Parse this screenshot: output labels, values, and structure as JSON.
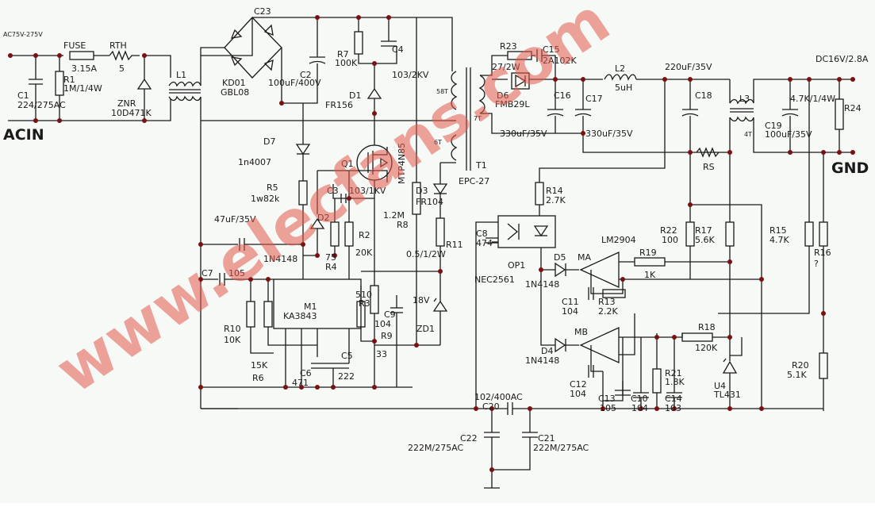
{
  "labels": {
    "ac_range": "AC75V-275V",
    "acin": "ACIN",
    "fuse": "FUSE",
    "fuse_val": "3.15A",
    "rth": "RTH",
    "rth_val": "5",
    "c1": "C1",
    "c1_val": "224/275AC",
    "r1": "R1",
    "r1_val": "1M/1/4W",
    "znr": "ZNR",
    "znr_val": "10D471K",
    "l1": "L1",
    "c23": "C23",
    "kd01": "KD01",
    "gbl08": "GBL08",
    "c2": "C2",
    "c2_val": "100uF/400V",
    "r7": "R7",
    "r7_val": "100K",
    "c4": "C4",
    "c4_val": "103/2KV",
    "d1": "D1",
    "d1_val": "FR156",
    "d7": "D7",
    "d7_val": "1n4007",
    "r5": "R5",
    "r5_val": "1w82k",
    "q1": "Q1",
    "q1_val": "MTP4N85",
    "c3": "C3",
    "c3_val": "103/1KV",
    "cap47": "47uF/35V",
    "d2": "D2",
    "d2_val": "1N4148",
    "r4": "R4",
    "r4_val": "75",
    "r2": "R2",
    "r2_val": "20K",
    "r8": "R8",
    "r8_val": "1.2M",
    "d3": "D3",
    "d3_val": "FR104",
    "r11": "R11",
    "r11_val": "0.5/1/2W",
    "c7": "C7",
    "c7_val": "105",
    "m1": "M1",
    "m1_val": "KA3843",
    "r3": "R3",
    "r3_val": "510",
    "c9": "C9",
    "c9_val": "104",
    "zd_v": "18V",
    "zd1": "ZD1",
    "r10": "R10",
    "r10_val": "10K",
    "r6_val": "15K",
    "r6": "R6",
    "r9": "R9",
    "r9_val": "33",
    "c6": "C6",
    "c6_val": "471",
    "c5": "C5",
    "c5_val": "222",
    "t1": "T1",
    "t1_type": "EPC-27",
    "r23": "R23",
    "r23_val": "27/2W",
    "c15": "C15",
    "c15_val": "2A102K",
    "d6": "D6",
    "d6_val": "FMB29L",
    "c16": "C16",
    "c16_val": "330uF/35V",
    "c17": "C17",
    "c17_val": "330uF/35V",
    "l2": "L2",
    "l2_val": "5uH",
    "c18_val": "220uF/35V",
    "c18": "C18",
    "l3": "L3",
    "dc_out": "DC16V/2.8A",
    "r_top": "4.7K/1/4W",
    "r24": "R24",
    "c19": "C19",
    "c19_val": "100uF/35V",
    "gnd": "GND",
    "rs": "RS",
    "r14": "R14",
    "r14_val": "2.7K",
    "lm2904": "LM2904",
    "c8": "C8",
    "c8_val": "474",
    "op1": "OP1",
    "nec": "NEC2561",
    "d5": "D5",
    "ma": "MA",
    "d5_val": "1N4148",
    "r19": "R19",
    "r19_val": "1K",
    "r22": "R22",
    "r22_val": "100",
    "r17": "R17",
    "r17_val": "5.6K",
    "r15": "R15",
    "r15_val": "4.7K",
    "r16": "R16",
    "r16_val": "?",
    "c11": "C11",
    "c11_val": "104",
    "r13": "R13",
    "r13_val": "2.2K",
    "mb": "MB",
    "r18": "R18",
    "r18_val": "120K",
    "d4": "D4",
    "d4_val": "1N4148",
    "r21": "R21",
    "r21_val": "1.8K",
    "u4": "U4",
    "u4_val": "TL431",
    "r20": "R20",
    "r20_val": "5.1K",
    "c12": "C12",
    "c12_val": "104",
    "c13": "C13",
    "c13_val": "105",
    "c10": "C10",
    "c10_val": "104",
    "c14": "C14",
    "c14_val": "103",
    "c20_val": "102/400AC",
    "c20": "C20",
    "c22": "C22",
    "c22_val": "222M/275AC",
    "c21": "C21",
    "c21_val": "222M/275AC",
    "pin_58": "58T",
    "pin_7": "7T",
    "pin_6": "6T",
    "pin_4": "4T"
  },
  "watermark": "www.elecfans.com",
  "colors": {
    "wire": "#1a1a1a",
    "junction": "#7a1010",
    "watermark": "#e35a4a",
    "background": "#f7f9f6"
  }
}
